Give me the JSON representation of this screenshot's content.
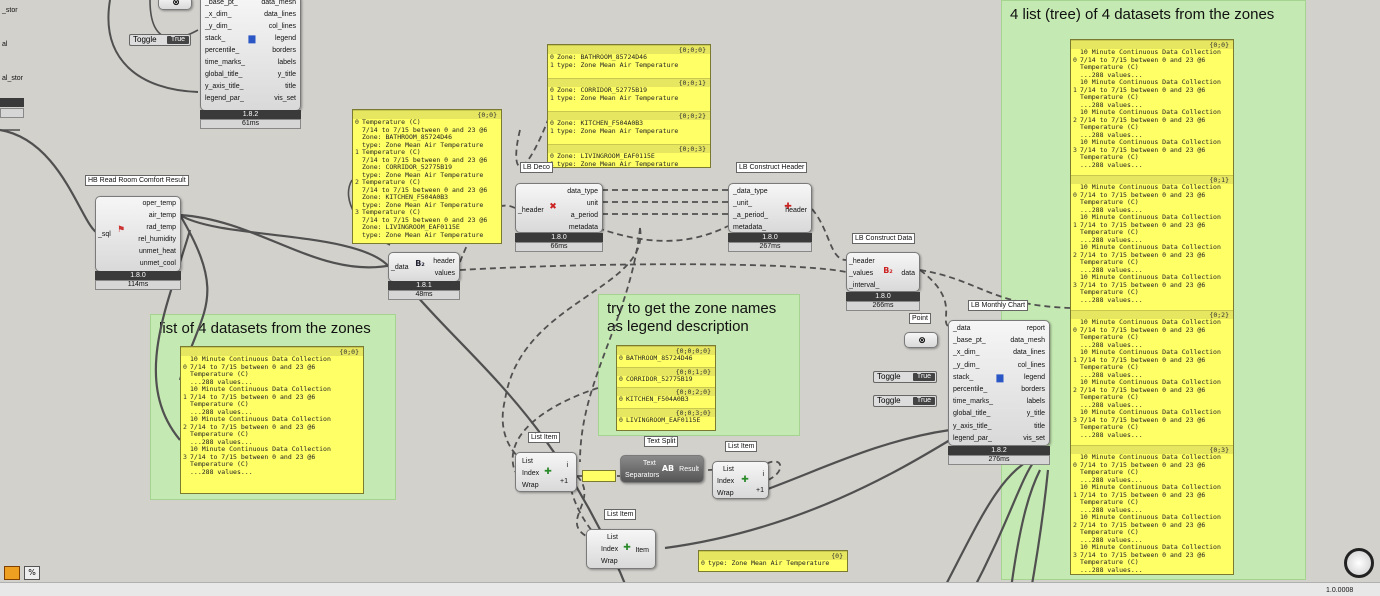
{
  "groups": [
    {
      "title": "4 list (tree) of 4 datasets from the zones"
    },
    {
      "title": "list of 4 datasets from the zones"
    },
    {
      "title": "try to get the zone names\nas legend description"
    }
  ],
  "comps": {
    "hb_read": {
      "caption": "HB Read Room Comfort Result",
      "inputs": [
        "_sql"
      ],
      "outputs": [
        "oper_temp",
        "air_temp",
        "rad_temp",
        "rel_humidity",
        "unmet_heat",
        "unmet_cool"
      ],
      "version": "1.8.0",
      "time": "114ms"
    },
    "lb_monthly_top": {
      "inputs": [
        "_base_pt_",
        "_x_dim_",
        "_y_dim_",
        "stack_",
        "percentile_",
        "time_marks_",
        "global_title_",
        "y_axis_title_",
        "legend_par_"
      ],
      "outputs": [
        "data_mesh",
        "data_lines",
        "col_lines",
        "legend",
        "borders",
        "labels",
        "y_title",
        "title",
        "vis_set"
      ],
      "version": "1.8.2",
      "time": "61ms"
    },
    "lb_deconstruct": {
      "caption": "LB Deco",
      "inputs": [
        "_header"
      ],
      "outputs": [
        "data_type",
        "unit",
        "a_period",
        "metadata"
      ],
      "version": "1.8.0",
      "time": "66ms"
    },
    "lb_construct_header": {
      "caption": "LB Construct Header",
      "inputs": [
        "_data_type",
        "_unit_",
        "_a_period_",
        "metadata_"
      ],
      "outputs": [
        "header"
      ],
      "version": "1.8.0",
      "time": "267ms"
    },
    "lb_deconstruct_data": {
      "inputs": [
        "_data"
      ],
      "outputs": [
        "header",
        "values"
      ],
      "version": "1.8.1",
      "time": "48ms"
    },
    "lb_construct_data": {
      "caption": "LB Construct Data",
      "inputs": [
        "_header",
        "_values",
        "_interval_"
      ],
      "outputs": [
        "data"
      ],
      "version": "1.8.0",
      "time": "266ms"
    },
    "lb_monthly": {
      "caption": "LB Monthly Chart",
      "inputs": [
        "_data",
        "_base_pt_",
        "_x_dim_",
        "_y_dim_",
        "stack_",
        "percentile_",
        "time_marks_",
        "global_title_",
        "y_axis_title_",
        "legend_par_"
      ],
      "outputs": [
        "report",
        "data_mesh",
        "data_lines",
        "col_lines",
        "legend",
        "borders",
        "labels",
        "y_title",
        "title",
        "vis_set"
      ],
      "version": "1.8.2",
      "time": "276ms"
    },
    "list_item_1": {
      "caption": "List Item",
      "inputs": [
        "List",
        "Index",
        "Wrap"
      ],
      "outputs": [
        "i",
        "+1"
      ]
    },
    "text_split": {
      "caption": "Text Split",
      "inputs": [
        "Text",
        "Separators"
      ],
      "outputs": [
        "Result"
      ]
    },
    "list_item_2": {
      "caption": "List Item",
      "inputs": [
        "List",
        "Index",
        "Wrap"
      ],
      "outputs": [
        "i",
        "+1"
      ]
    },
    "list_item_3": {
      "caption": "List Item",
      "inputs": [
        "List",
        "Index",
        "Wrap"
      ],
      "outputs": [
        "Item"
      ]
    },
    "point": {
      "caption": "Point"
    }
  },
  "toggles": [
    {
      "label": "Toggle",
      "value": "True"
    },
    {
      "label": "Toggle",
      "value": "True"
    },
    {
      "label": "Toggle",
      "value": "True"
    }
  ],
  "left_labels": [
    "_stor",
    "al",
    "al_stor"
  ],
  "panels": {
    "zone_names": {
      "branches": [
        {
          "path": "{0;0;0}",
          "rows": [
            "Zone: BATHROOM_85724D46",
            "type: Zone Mean Air Temperature"
          ]
        },
        {
          "path": "{0;0;1}",
          "rows": [
            "Zone: CORRIDOR_52775B19",
            "type: Zone Mean Air Temperature"
          ]
        },
        {
          "path": "{0;0;2}",
          "rows": [
            "Zone: KITCHEN_F504A0B3",
            "type: Zone Mean Air Temperature"
          ]
        },
        {
          "path": "{0;0;3}",
          "rows": [
            "Zone: LIVINGROOM_EAF0115E",
            "type: Zone Mean Air Temperature"
          ]
        }
      ]
    },
    "headers": {
      "path": "{0;0}",
      "rows": [
        "Temperature (C)",
        "7/14 to 7/15 between 0 and 23 @6",
        "Zone: BATHROOM_85724D46",
        "type: Zone Mean Air Temperature",
        "Temperature (C)",
        "7/14 to 7/15 between 0 and 23 @6",
        "Zone: CORRIDOR_52775B19",
        "type: Zone Mean Air Temperature",
        "Temperature (C)",
        "7/14 to 7/15 between 0 and 23 @6",
        "Zone: KITCHEN_F504A0B3",
        "type: Zone Mean Air Temperature",
        "Temperature (C)",
        "7/14 to 7/15 between 0 and 23 @6",
        "Zone: LIVINGROOM_EAF0115E",
        "type: Zone Mean Air Temperature"
      ],
      "indices": [
        "0",
        "1",
        "2",
        "3"
      ]
    },
    "list4": {
      "path": "{0;0}",
      "indices": [
        "0",
        "1",
        "2",
        "3"
      ],
      "item": [
        "10 Minute Continuous Data Collection",
        "7/14 to 7/15 between 0 and 23 @6",
        "Temperature (C)",
        "...288 values..."
      ]
    },
    "tree": {
      "paths": [
        "{0;0}",
        "{0;1}",
        "{0;2}",
        "{0;3}"
      ],
      "indices": [
        "0",
        "1",
        "2",
        "3"
      ],
      "item": [
        "10 Minute Continuous Data Collection",
        "7/14 to 7/15 between 0 and 23 @6",
        "Temperature (C)",
        "...288 values..."
      ]
    },
    "names_split": {
      "branches": [
        {
          "path": "{0;0;0;0}",
          "row": "BATHROOM_85724D46"
        },
        {
          "path": "{0;0;1;0}",
          "row": "CORRIDOR_52775B19"
        },
        {
          "path": "{0;0;2;0}",
          "row": "KITCHEN_F504A0B3"
        },
        {
          "path": "{0;0;3;0}",
          "row": "LIVINGROOM_EAF0115E"
        }
      ]
    },
    "type_item": {
      "path": "{0}",
      "row": "type: Zone Mean Air Temperature"
    }
  },
  "status": {
    "version": "1.0.0008"
  }
}
